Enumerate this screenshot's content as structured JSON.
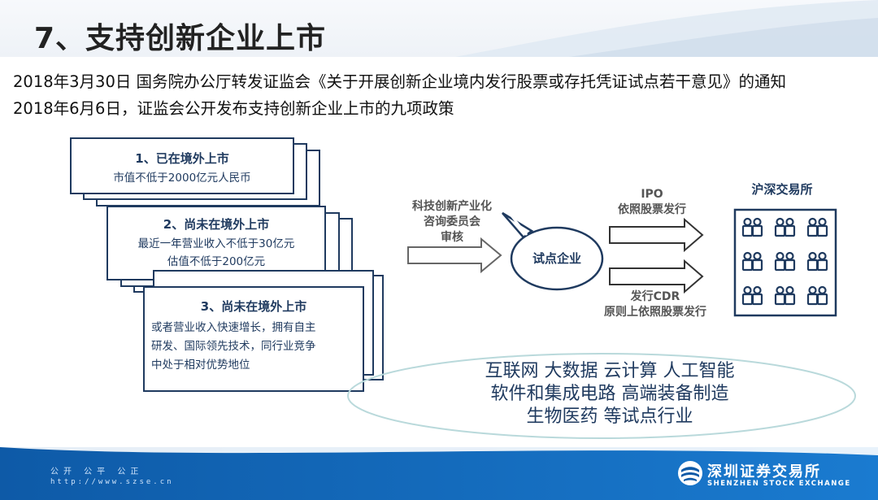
{
  "slide": {
    "title": "7、支持创新企业上市",
    "line1": "2018年3月30日 国务院办公厅转发证监会《关于开展创新企业境内发行股票或存托凭证试点若干意见》的通知",
    "line2": "2018年6月6日，证监会公开发布支持创新企业上市的九项政策"
  },
  "cards": [
    {
      "title": "1、已在境外上市",
      "body": [
        "市值不低于2000亿元人民币"
      ]
    },
    {
      "title": "2、尚未在境外上市",
      "body": [
        "最近一年营业收入不低于30亿元",
        "估值不低于200亿元"
      ]
    },
    {
      "title": "3、尚未在境外上市",
      "body": [
        "或者营业收入快速增长，拥有自主",
        "研发、国际领先技术，同行业竞争",
        "中处于相对优势地位"
      ]
    }
  ],
  "flow": {
    "committee_line1": "科技创新产业化",
    "committee_line2": "咨询委员会",
    "committee_line3": "审核",
    "bubble": "试点企业",
    "ipo_line1": "IPO",
    "ipo_line2": "依照股票发行",
    "cdr_line1": "发行CDR",
    "cdr_line2": "原则上依照股票发行",
    "exchange": "沪深交易所",
    "exchange_icon_count": 9
  },
  "industries": {
    "line1": "互联网 大数据  云计算 人工智能",
    "line2": "软件和集成电路 高端装备制造",
    "line3": "生物医药 等试点行业"
  },
  "footer": {
    "slogan": "公开 公平 公正",
    "url": "http://www.szse.cn",
    "brand": "深圳证券交易所",
    "brand_en": "SHENZHEN STOCK EXCHANGE"
  },
  "colors": {
    "navy": "#1f3a5f",
    "footer_blue": "#0e5aa7",
    "gray_text": "#555555"
  }
}
